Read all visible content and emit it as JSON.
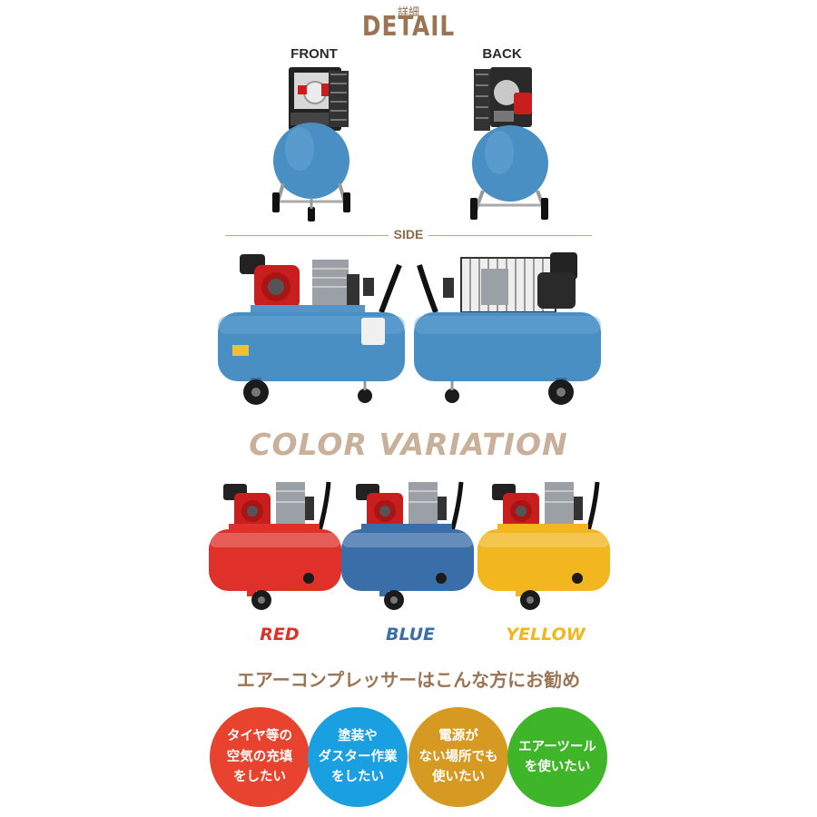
{
  "detail": {
    "subtitle": "詳細",
    "title": "DETAIL",
    "front_label": "FRONT",
    "back_label": "BACK",
    "side_label": "SIDE"
  },
  "color_variation": {
    "title": "COLOR  VARIATION",
    "variants": [
      {
        "label": "RED",
        "color": "#e0302a"
      },
      {
        "label": "BLUE",
        "color": "#3a6ea8"
      },
      {
        "label": "YELLOW",
        "color": "#f2b61e"
      }
    ]
  },
  "recommendation": {
    "heading": "エアーコンプレッサーはこんな方にお勧め",
    "items": [
      {
        "lines": [
          "タイヤ等の",
          "空気の充填",
          "をしたい"
        ],
        "color": "#e8432e"
      },
      {
        "lines": [
          "塗装や",
          "ダスター作業",
          "をしたい"
        ],
        "color": "#1aa0e0"
      },
      {
        "lines": [
          "電源が",
          "ない場所でも",
          "使いたい"
        ],
        "color": "#d69a22"
      },
      {
        "lines": [
          "エアーツール",
          "を使いたい"
        ],
        "color": "#3fb62a"
      }
    ]
  },
  "colors": {
    "tank_blue": "#4a8fc4",
    "accent_brown": "#9b7553"
  }
}
